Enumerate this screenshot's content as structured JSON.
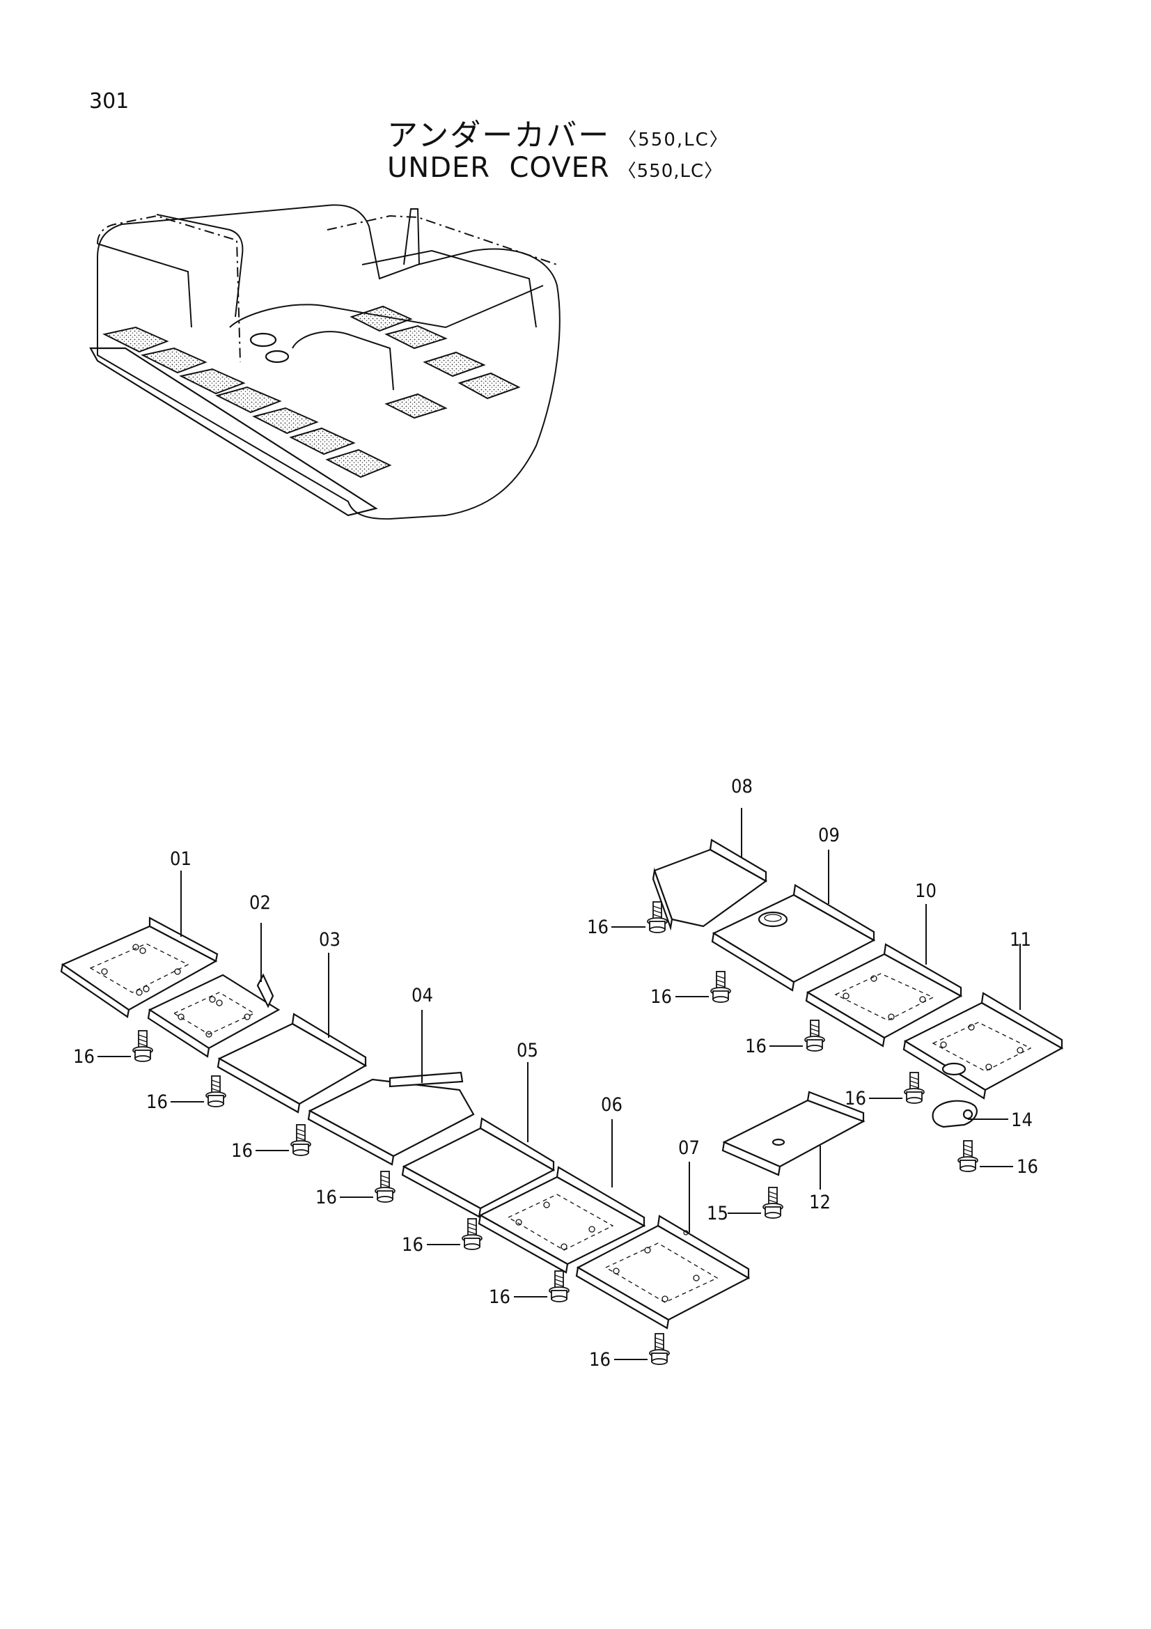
{
  "page_number": "301",
  "title_jp": "アンダーカバー",
  "title_en": "UNDER  COVER",
  "variant": "〈550,LC〉",
  "callouts": {
    "p01": "01",
    "p02": "02",
    "p03": "03",
    "p04": "04",
    "p05": "05",
    "p06": "06",
    "p07": "07",
    "p08": "08",
    "p09": "09",
    "p10": "10",
    "p11": "11",
    "p12": "12",
    "p14": "14",
    "p15": "15",
    "p16": "16"
  }
}
